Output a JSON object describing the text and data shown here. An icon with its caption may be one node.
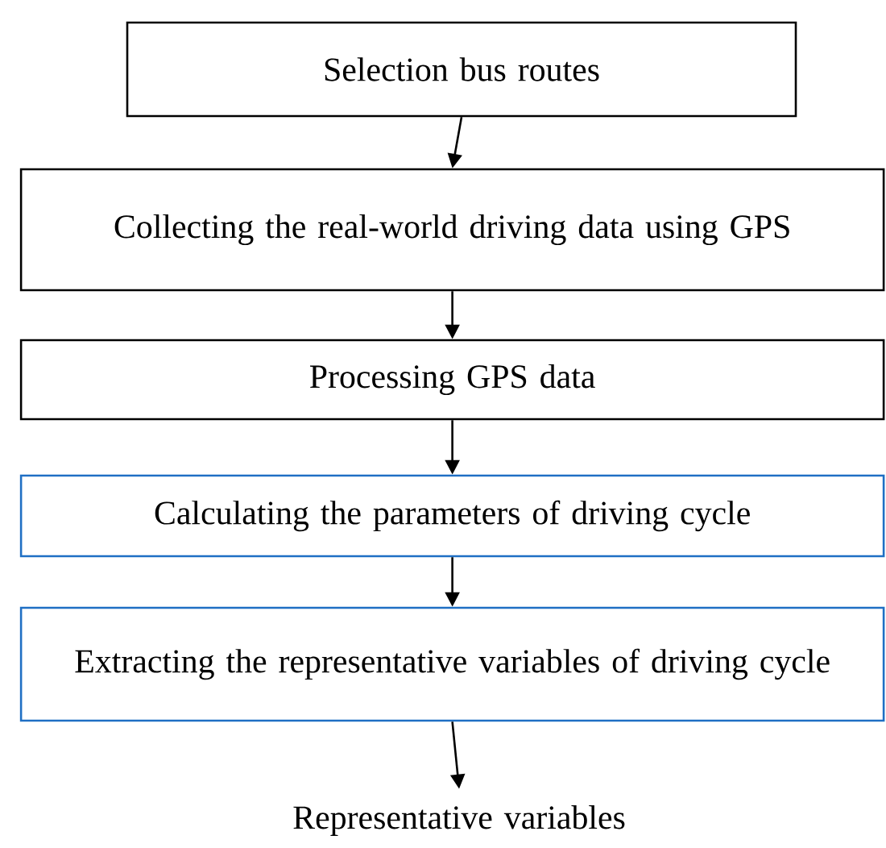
{
  "diagram": {
    "nodes": [
      {
        "text": [
          "Selection bus routes"
        ]
      },
      {
        "text": [
          "Collecting the real-world driving data using GPS"
        ]
      },
      {
        "text": [
          "Processing GPS data"
        ]
      },
      {
        "text": [
          "Calculating the parameters of driving cycle"
        ]
      },
      {
        "text": [
          "Extracting the representative variables of driving cycle"
        ]
      },
      {
        "text": [
          "Representative variables"
        ]
      }
    ],
    "edges": [
      {
        "from": 0,
        "to": 1,
        "arrow": "to"
      },
      {
        "from": 1,
        "to": 2,
        "arrow": "to"
      },
      {
        "from": 2,
        "to": 3,
        "arrow": "to"
      },
      {
        "from": 3,
        "to": 4,
        "arrow": "to"
      },
      {
        "from": 4,
        "to": 5,
        "arrow": "to"
      }
    ]
  }
}
